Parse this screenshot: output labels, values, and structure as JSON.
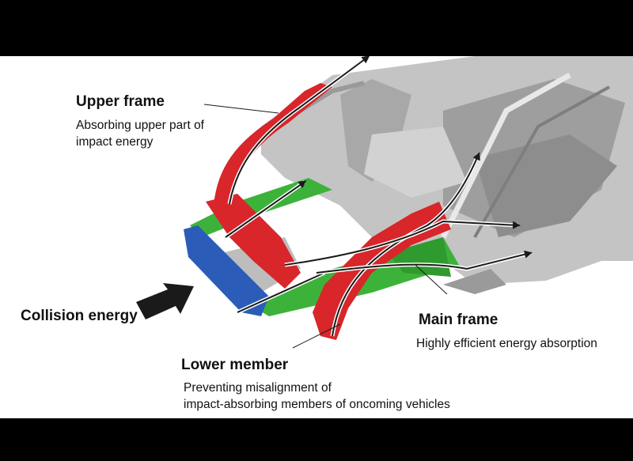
{
  "labels": {
    "upper_frame": {
      "title": "Upper frame",
      "desc_line1": "Absorbing upper part of",
      "desc_line2": "impact energy"
    },
    "collision": {
      "title": "Collision energy"
    },
    "main_frame": {
      "title": "Main frame",
      "desc": "Highly efficient energy absorption"
    },
    "lower_member": {
      "title": "Lower member",
      "desc_line1": "Preventing misalignment of",
      "desc_line2": "impact-absorbing members of oncoming vehicles"
    }
  },
  "colors": {
    "upper_frame": "#d8262b",
    "lower_member_green": "#3db23a",
    "bumper_blue": "#2b5cb8",
    "chassis_gray": "#b9b9b9",
    "arrow_black": "#1a1a1a"
  }
}
